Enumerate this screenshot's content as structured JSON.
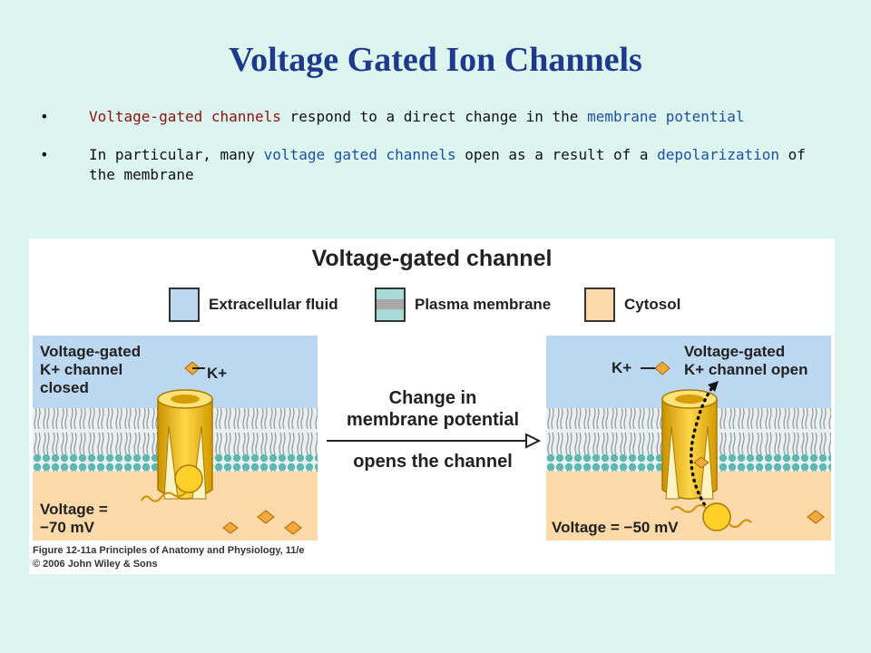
{
  "slide": {
    "title": "Voltage Gated Ion Channels",
    "bullet_symbol": "•",
    "bullets": [
      {
        "parts": [
          {
            "text": "Voltage-gated channels",
            "color": "#8b1010"
          },
          {
            "text": " respond to a direct change in the "
          },
          {
            "text": "membrane potential",
            "color": "#1f4fa0"
          }
        ]
      },
      {
        "parts": [
          {
            "text": "In particular, many "
          },
          {
            "text": "voltage gated channels",
            "color": "#1f4fa0"
          },
          {
            "text": " open as a result of a "
          },
          {
            "text": "depolarization",
            "color": "#1f4fa0"
          },
          {
            "text": " of the membrane"
          }
        ]
      }
    ]
  },
  "figure": {
    "title": "Voltage-gated channel",
    "legend": [
      {
        "label": "Extracellular fluid",
        "color": "#bcd8f0"
      },
      {
        "label": "Plasma membrane",
        "color": "#a8dcd8"
      },
      {
        "label": "Cytosol",
        "color": "#fbd9a8"
      }
    ],
    "left_panel": {
      "label_lines": [
        "Voltage-gated",
        "K+ channel",
        "closed"
      ],
      "ion_label": "K+",
      "voltage_lines": [
        "Voltage =",
        "−70 mV"
      ]
    },
    "arrow": {
      "top_lines": [
        "Change in",
        "membrane potential"
      ],
      "bottom_text": "opens the channel"
    },
    "right_panel": {
      "label_lines": [
        "Voltage-gated",
        "K+ channel open"
      ],
      "ion_label": "K+",
      "voltage_text": "Voltage = −50 mV"
    },
    "caption_lines": [
      "Figure 12-11a  Principles of Anatomy and Physiology, 11/e",
      "© 2006 John Wiley & Sons"
    ]
  }
}
